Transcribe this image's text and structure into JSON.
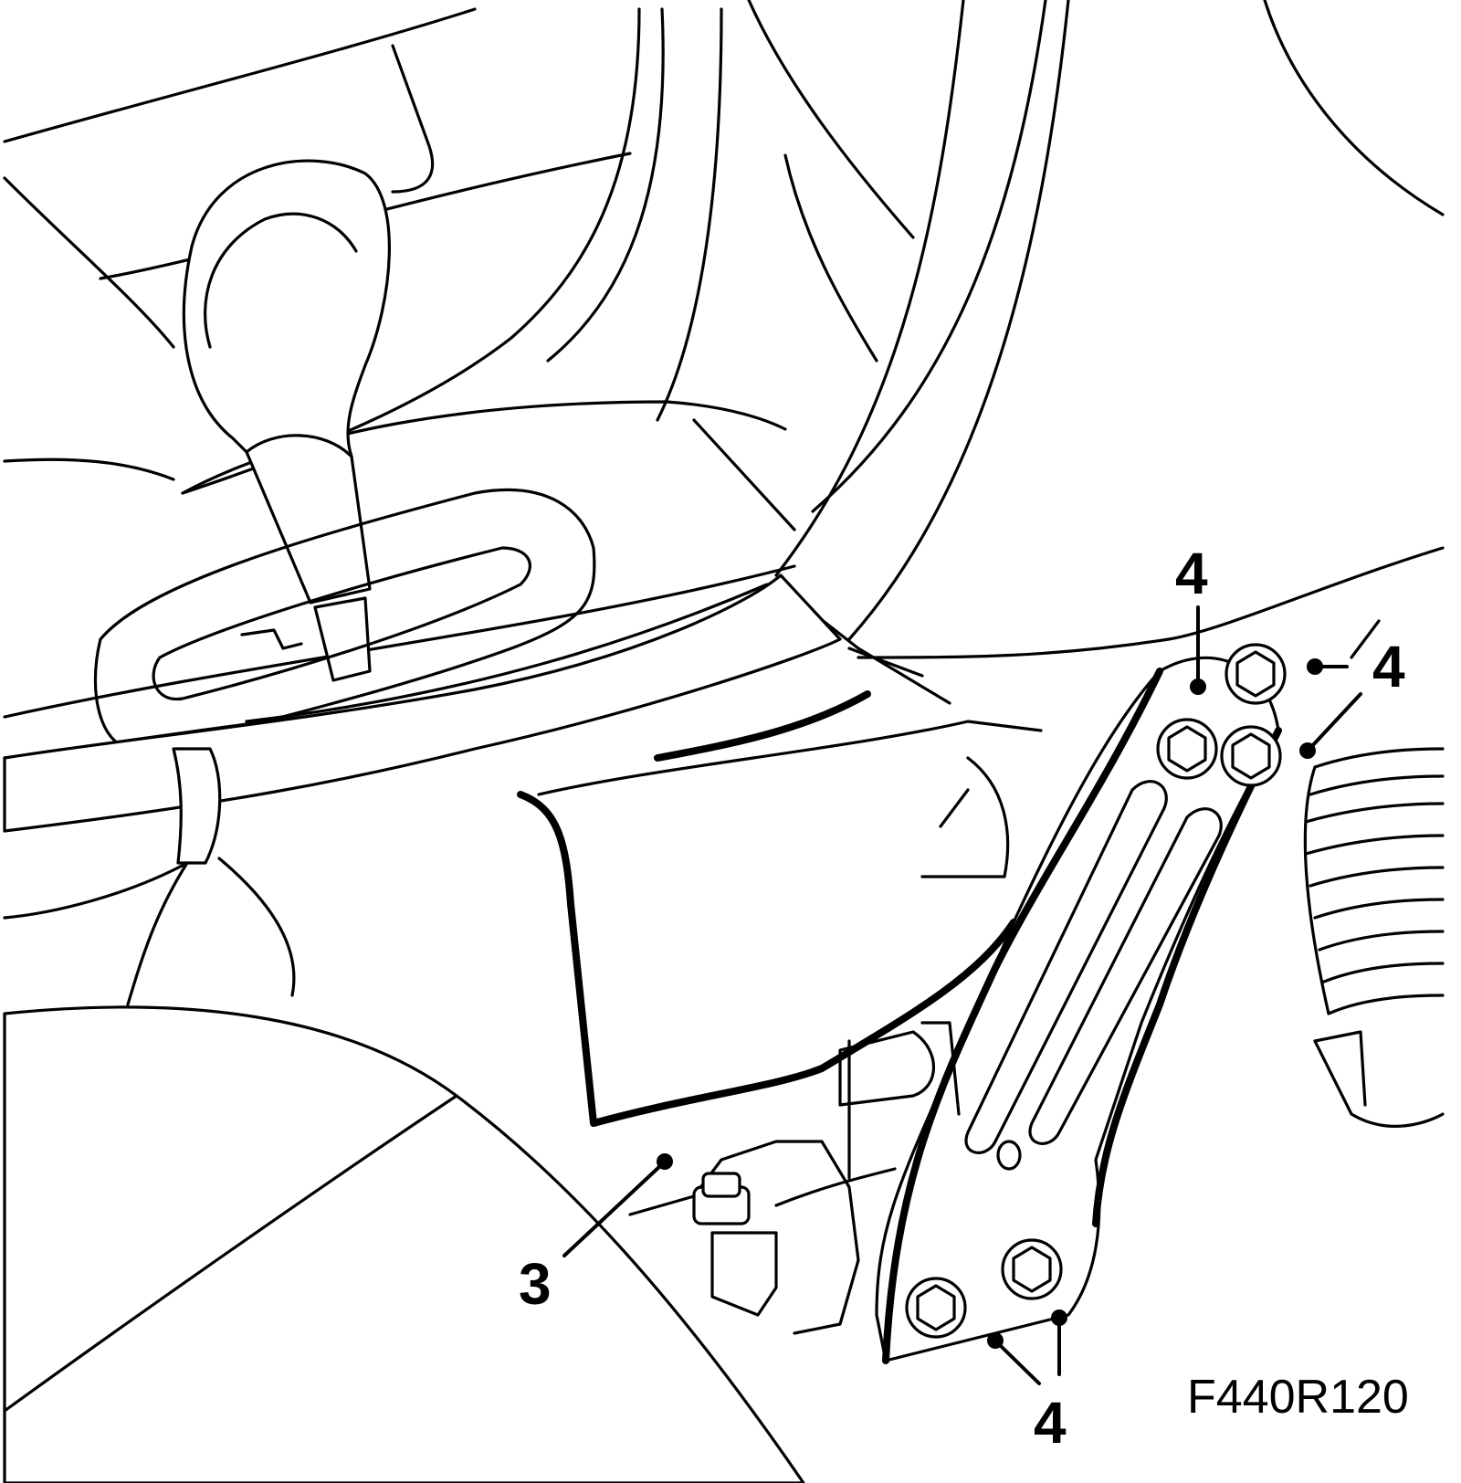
{
  "figure": {
    "id": "F440R120"
  },
  "callouts": [
    {
      "name": "callout-3",
      "label": "3"
    },
    {
      "name": "callout-4-top",
      "label": "4"
    },
    {
      "name": "callout-4-right",
      "label": "4"
    },
    {
      "name": "callout-4-bottom",
      "label": "4"
    }
  ]
}
